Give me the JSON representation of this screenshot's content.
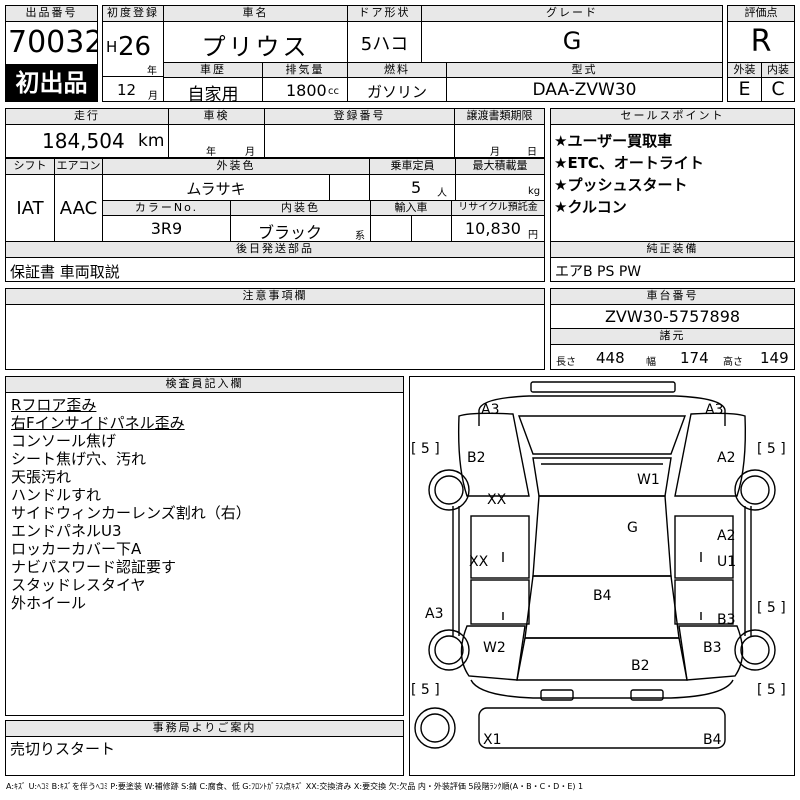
{
  "header": {
    "listing_label": "出品番号",
    "listing_no": "70032",
    "first_listing": "初出品",
    "first_reg_label": "初度登録",
    "era": "H",
    "year": "26",
    "year_unit": "年",
    "month": "12",
    "month_unit": "月",
    "car_name_label": "車名",
    "car_name": "プリウス",
    "door_label": "ドア形状",
    "door": "5ハコ",
    "grade_label": "グレード",
    "grade": "G",
    "score_label": "評価点",
    "score": "R",
    "history_label": "車歴",
    "history": "自家用",
    "displacement_label": "排気量",
    "displacement": "1800",
    "displacement_unit": "cc",
    "fuel_label": "燃料",
    "fuel": "ガソリン",
    "model_label": "型式",
    "model": "DAA-ZVW30",
    "ext_label": "外装",
    "int_label": "内装",
    "ext_grade": "E",
    "int_grade": "C"
  },
  "spec": {
    "mileage_label": "走行",
    "mileage": "184,504",
    "mileage_unit": "km",
    "inspection_label": "車検",
    "ym_unit_y": "年",
    "ym_unit_m": "月",
    "reg_no_label": "登録番号",
    "transfer_label": "譲渡書類期限",
    "md_unit_m": "月",
    "md_unit_d": "日",
    "shift_label": "シフト",
    "shift": "IAT",
    "ac_label": "エアコン",
    "ac": "AAC",
    "exterior_color_label": "外装色",
    "exterior_color": "ムラサキ",
    "capacity_label": "乗車定員",
    "capacity": "5",
    "capacity_unit": "人",
    "max_load_label": "最大積載量",
    "max_load_unit": "kg",
    "color_no_label": "カラーNo.",
    "color_no": "3R9",
    "interior_color_label": "内装色",
    "interior_color": "ブラック",
    "interior_color_unit": "系",
    "import_label": "輸入車",
    "recycle_label": "リサイクル預託金",
    "recycle": "10,830",
    "recycle_unit": "円",
    "later_label": "後日発送部品",
    "later_text": "保証書 車両取説",
    "notes_label": "注意事項欄"
  },
  "sales": {
    "label": "セールスポイント",
    "items": [
      "★ユーザー買取車",
      "★ETC、オートライト",
      "★プッシュスタート",
      "★クルコン"
    ],
    "equipment_label": "純正装備",
    "equipment": "エアB PS PW",
    "chassis_label": "車台番号",
    "chassis": "ZVW30-5757898",
    "dims_label": "諸元",
    "len_label": "長さ",
    "len": "448",
    "wid_label": "幅",
    "wid": "174",
    "hgt_label": "高さ",
    "hgt": "149"
  },
  "inspector": {
    "label": "検査員記入欄",
    "lines": [
      "Rフロア歪み",
      "右Fインサイドパネル歪み",
      "コンソール焦げ",
      "シート焦げ穴、汚れ",
      "天張汚れ",
      "ハンドルすれ",
      "サイドウィンカーレンズ割れ（右）",
      "エンドパネルU3",
      "ロッカーカバー下A",
      "ナビパスワード認証要す",
      "スタッドレスタイヤ",
      "外ホイール"
    ]
  },
  "office": {
    "label": "事務局よりご案内",
    "text": "売切りスタート"
  },
  "diagram": {
    "marks": {
      "m1": "A3",
      "m2": "A3",
      "m3": "B2",
      "m4": "A2",
      "m5": "W1",
      "m6": "XX",
      "m7": "G",
      "m8": "A2",
      "m9": "XX",
      "m10": "U1",
      "m11": "B4",
      "m12": "A3",
      "m13": "B3",
      "m14": "W2",
      "m15": "B3",
      "m16": "B2",
      "m17": "X1",
      "m18": "B4"
    },
    "tire": "5"
  },
  "legend": "A:ｷｽﾞ U:ﾍｺﾐ B:ｷｽﾞを伴うﾍｺﾐ P:要塗装 W:補修跡 S:錆 C:腐食、低 G:ﾌﾛﾝﾄｶﾞﾗｽ点ｷｽﾞ XX:交換済み X:要交換 欠:欠品 内・外装評価 5段階ﾗﾝｸ順(A・B・C・D・E) 1"
}
